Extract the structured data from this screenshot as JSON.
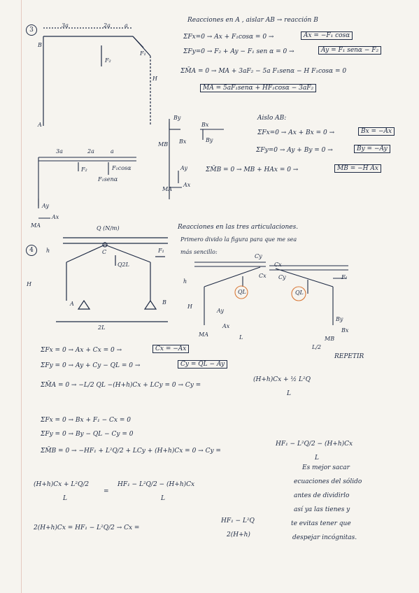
{
  "problem3": {
    "number": "3",
    "diagram": {
      "dim1": "3a",
      "dim2": "2a",
      "dim3": "a",
      "point_B": "B",
      "point_A": "A",
      "height": "H",
      "force_F1": "F₁",
      "force_F2": "F₂"
    },
    "heading": "Reacciones en A , aislar AB → reacción B",
    "eq1": "ΣFx=0 → Ax + F₁cosα = 0 →",
    "eq1_box": "Ax = −F₁ cosα",
    "eq2": "ΣFy=0 → F₂ + Ay − F₁ sen α = 0 →",
    "eq2_box": "Ay = F₁ senα − F₂",
    "eq3": "ΣM̄A = 0 → MA + 3aF₂ − 5a F₁senα − H F₁cosα = 0",
    "eq3_box": "MA = 5aF₁senα + HF₁cosα − 3aF₂",
    "fbd_labels": {
      "by": "By",
      "bx": "Bx",
      "mb": "MB",
      "ay": "Ay",
      "ax": "Ax",
      "ma": "MA"
    },
    "aislo_heading": "Aislo AB:",
    "ab_eq1": "ΣFx=0 → Ax + Bx = 0 →",
    "ab_eq1_box": "Bx = −Ax",
    "ab_eq2": "ΣFy=0 → Ay + By = 0 →",
    "ab_eq2_box": "By = −Ay",
    "ab_eq3": "ΣM̄B = 0 → MB + HAx = 0 →",
    "ab_eq3_box": "MB = −H Ax",
    "beam_labels": {
      "d1": "3a",
      "d2": "2a",
      "d3": "a",
      "f2": "F₂",
      "f1cos": "F₁cosα",
      "f1sen": "F₁senα"
    }
  },
  "problem4": {
    "number": "4",
    "load_label": "Q (N/m)",
    "diagram": {
      "point_C": "C",
      "point_A": "A",
      "point_B": "B",
      "h_small": "h",
      "H": "H",
      "q2l": "Q2L",
      "f1": "F₁",
      "span": "2L"
    },
    "intro_line1": "Reacciones en las tres articulaciones.",
    "intro_line2": "Primero divido la figura para que me sea",
    "intro_line3": "más sencillo:",
    "fbd": {
      "cy": "Cy",
      "cx": "Cx",
      "ql": "QL",
      "ay": "Ay",
      "ax": "Ax",
      "ma": "MA",
      "L": "L",
      "h": "h",
      "H": "H",
      "f1": "F₁",
      "by": "By",
      "bx": "Bx",
      "mb": "MB",
      "half": "L/2"
    },
    "repetir": "REPETIR",
    "eqA1": "ΣFx = 0 → Ax + Cx = 0 →",
    "eqA1_box": "Cx = −Ax",
    "eqA2": "ΣFy = 0 → Ay + Cy − QL = 0 →",
    "eqA2_box": "Cy = QL − Ay",
    "eqA3": "ΣM̄A = 0 → −L/2 QL −(H+h)Cx + LCy = 0 → Cy =",
    "eqA3_num": "(H+h)Cx + ½ L²Q",
    "eqA3_den": "L",
    "eqB1": "ΣFx = 0 → Bx + F₁ − Cx = 0",
    "eqB2": "ΣFy = 0 → By − QL − Cy = 0",
    "eqB3": "ΣM̄B = 0 → −HF₁ + L²Q/2 + LCy + (H+h)Cx = 0 → Cy =",
    "eqB3_num": "HF₁ − L²Q/2 − (H+h)Cx",
    "eqB3_den": "L",
    "eqC_left_num": "(H+h)Cx + L²Q/2",
    "eqC_left_den": "L",
    "eqC_right_num": "HF₁ − L²Q/2 − (H+h)Cx",
    "eqC_right_den": "L",
    "eqD": "2(H+h)Cx = HF₁ − L²Q/2 → Cx =",
    "eqD_num": "HF₁ − L²Q",
    "eqD_den": "2(H+h)",
    "side_note": [
      "Es mejor sacar",
      "ecuaciones del sólido",
      "antes de dividirlo",
      "así ya las tienes y",
      "te evitas tener que",
      "despejar incógnitas."
    ]
  },
  "colors": {
    "ink": "#1e2a44",
    "paper": "#f6f4ef",
    "margin": "#e6c9c0",
    "highlight": "#d97a3a"
  }
}
